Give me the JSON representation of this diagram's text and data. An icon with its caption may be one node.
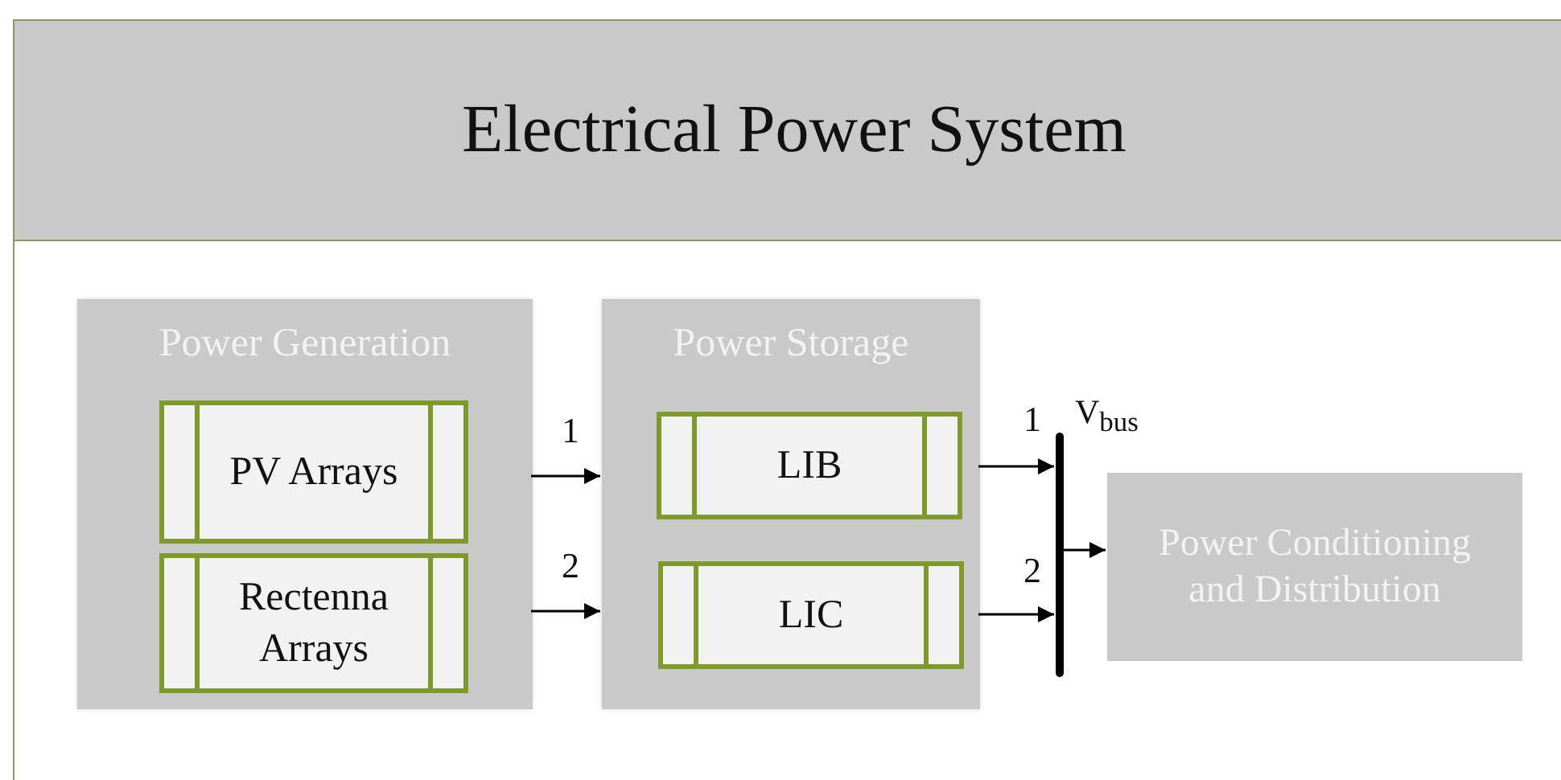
{
  "diagram": {
    "nodes": [
      {
        "text": [
          "Electrical Power System"
        ]
      },
      {
        "text": [
          "Power Generation"
        ],
        "in": 0
      },
      {
        "text": [
          "PV Arrays"
        ],
        "in": 1
      },
      {
        "text": [
          "Rectenna Arrays"
        ],
        "in": 1
      },
      {
        "text": [
          "Power Storage"
        ],
        "in": 0
      },
      {
        "text": [
          "LIB"
        ],
        "in": 4
      },
      {
        "text": [
          "LIC"
        ],
        "in": 4
      },
      {
        "text": [],
        "shape": "bar",
        "beside": [
          "V$_{bus}$"
        ],
        "in": 0
      },
      {
        "text": [
          "Power Conditioning and Distribution"
        ],
        "in": 0
      }
    ],
    "edges": [
      {
        "from": 1,
        "to": 4,
        "arrow": "to",
        "label": "1"
      },
      {
        "from": 1,
        "to": 4,
        "arrow": "to",
        "label": "2"
      },
      {
        "from": 4,
        "to": 7,
        "arrow": "to",
        "label": "1"
      },
      {
        "from": 4,
        "to": 7,
        "arrow": "to",
        "label": "2"
      },
      {
        "from": 7,
        "to": 8,
        "arrow": "to"
      }
    ]
  }
}
